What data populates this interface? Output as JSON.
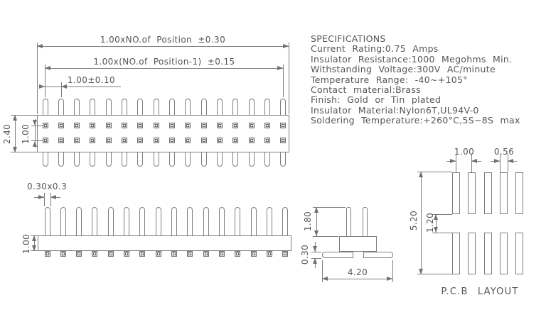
{
  "top_view": {
    "positions": 16,
    "rows": 2,
    "dim_overall": "1.00xNO.of Position ±0.30",
    "dim_span": "1.00x(NO.of Position-1) ±0.15",
    "dim_pitch": "1.00±0.10",
    "dim_body_height": "2.40",
    "dim_row_spacing": "1.00"
  },
  "front_view": {
    "positions": 16,
    "dim_pin_size": "0.30x0.3",
    "dim_body_height": "1.00"
  },
  "side_view": {
    "dim_pin_length": "1.80",
    "dim_lead_thickness": "0.30",
    "dim_overall_width": "4.20"
  },
  "pcb_layout": {
    "title": "P.C.B LAYOUT",
    "pads_per_row": 5,
    "rows": 2,
    "dim_pitch": "1.00",
    "dim_pad_width": "0.56",
    "dim_overall_height": "5.20",
    "dim_row_gap": "1.20"
  },
  "specifications": {
    "title": "SPECIFICATIONS",
    "items": [
      "Current Rating:0.75 Amps",
      "Insulator Resistance:1000 Megohms Min.",
      "Withstanding Voltage:300V AC/minute",
      "Temperature Range: -40~+105°",
      "Contact material:Brass",
      "Finish: Gold or Tin plated",
      "Insulator Material:Nylon6T,UL94V-0",
      "Soldering Temperature:+260°C,5S~8S max"
    ]
  },
  "colors": {
    "line": "#7e7e7e",
    "text": "#565656",
    "background": "#ffffff"
  }
}
